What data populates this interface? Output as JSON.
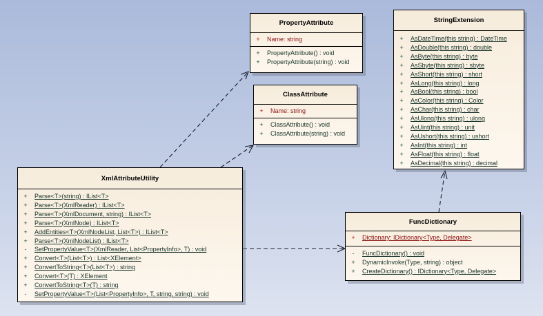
{
  "classes": {
    "property_attribute": {
      "name": "PropertyAttribute",
      "attributes": [
        {
          "vis": "+",
          "text": "Name:  string",
          "static": false
        }
      ],
      "operations": [
        {
          "vis": "+",
          "text": "PropertyAttribute() : void",
          "static": false
        },
        {
          "vis": "+",
          "text": "PropertyAttribute(string) : void",
          "static": false
        }
      ]
    },
    "class_attribute": {
      "name": "ClassAttribute",
      "attributes": [
        {
          "vis": "+",
          "text": "Name:  string",
          "static": false
        }
      ],
      "operations": [
        {
          "vis": "+",
          "text": "ClassAttribute() : void",
          "static": false
        },
        {
          "vis": "+",
          "text": "ClassAttribute(string) : void",
          "static": false
        }
      ]
    },
    "string_extension": {
      "name": "StringExtension",
      "operations": [
        {
          "vis": "+",
          "text": "AsDateTime(this string) : DateTime",
          "static": true
        },
        {
          "vis": "+",
          "text": "AsDouble(this string) : double",
          "static": true
        },
        {
          "vis": "+",
          "text": "AsByte(this string) : byte",
          "static": true
        },
        {
          "vis": "+",
          "text": "AsSbyte(this string) : sbyte",
          "static": true
        },
        {
          "vis": "+",
          "text": "AsShort(this string) : short",
          "static": true
        },
        {
          "vis": "+",
          "text": "AsLong(this string) : long",
          "static": true
        },
        {
          "vis": "+",
          "text": "AsBool(this string) : bool",
          "static": true
        },
        {
          "vis": "+",
          "text": "AsColor(this string) : Color",
          "static": true
        },
        {
          "vis": "+",
          "text": "AsChar(this string) : char",
          "static": true
        },
        {
          "vis": "+",
          "text": "AsUlong(this string) : ulong",
          "static": true
        },
        {
          "vis": "+",
          "text": "AsUint(this string) : unit",
          "static": true
        },
        {
          "vis": "+",
          "text": "AsUshort(this string) : ushort",
          "static": true
        },
        {
          "vis": "+",
          "text": "AsInt(this string) : int",
          "static": true
        },
        {
          "vis": "+",
          "text": "AsFloat(this string) : float",
          "static": true
        },
        {
          "vis": "+",
          "text": "AsDecimal(this string) : decimal",
          "static": true
        }
      ]
    },
    "xml_attribute_utility": {
      "name": "XmlAttributeUtility",
      "operations": [
        {
          "vis": "+",
          "text": "Parse<T>(string) : IList<T>",
          "static": true
        },
        {
          "vis": "+",
          "text": "Parse<T>(XmlReader) : IList<T>",
          "static": true
        },
        {
          "vis": "+",
          "text": "Parse<T>(XmlDocument, string) : IList<T>",
          "static": true
        },
        {
          "vis": "+",
          "text": "Parse<T>(XmlNode) : IList<T>",
          "static": true
        },
        {
          "vis": "+",
          "text": "AddEntities<T>(XmlNodeList, List<T>) : IList<T>",
          "static": true
        },
        {
          "vis": "+",
          "text": "Parse<T>(XmlNodeList) : IList<T>",
          "static": true
        },
        {
          "vis": "-",
          "text": "SetPropertyValue<T>(XmlReader, List<PropertyInfo>, T) : void",
          "static": true
        },
        {
          "vis": "+",
          "text": "Convert<T>(List<T>) : List<XElement>",
          "static": true
        },
        {
          "vis": "+",
          "text": "ConvertToString<T>(List<T>) : string",
          "static": true
        },
        {
          "vis": "+",
          "text": "Convert<T>(T) : XElement",
          "static": true
        },
        {
          "vis": "+",
          "text": "ConvertToString<T>(T) : string",
          "static": true
        },
        {
          "vis": "-",
          "text": "SetPropertyValue<T>(List<PropertyInfo>, T, string, string) : void",
          "static": true
        }
      ]
    },
    "func_dictionary": {
      "name": "FuncDictionary",
      "attributes": [
        {
          "vis": "+",
          "text": "Dictionary:  IDictionary<Type, Delegate>",
          "static": true
        }
      ],
      "operations": [
        {
          "vis": "-",
          "text": "FuncDictionary() : void",
          "static": true
        },
        {
          "vis": "+",
          "text": "DynamicInvoke(Type, string) : object",
          "static": false
        },
        {
          "vis": "+",
          "text": "CreateDictionary() : IDictionary<Type, Delegate>",
          "static": true
        }
      ]
    }
  },
  "relationships": [
    {
      "from": "XmlAttributeUtility",
      "to": "PropertyAttribute",
      "type": "dependency"
    },
    {
      "from": "XmlAttributeUtility",
      "to": "ClassAttribute",
      "type": "dependency"
    },
    {
      "from": "XmlAttributeUtility",
      "to": "FuncDictionary",
      "type": "dependency"
    },
    {
      "from": "FuncDictionary",
      "to": "StringExtension",
      "type": "dependency"
    }
  ],
  "colors": {
    "attribute_text": "#8b1010",
    "operation_text": "#17332a",
    "box_fill": "#fbf3e7",
    "background_top": "#abbadb",
    "background_bottom": "#dde3f0"
  }
}
